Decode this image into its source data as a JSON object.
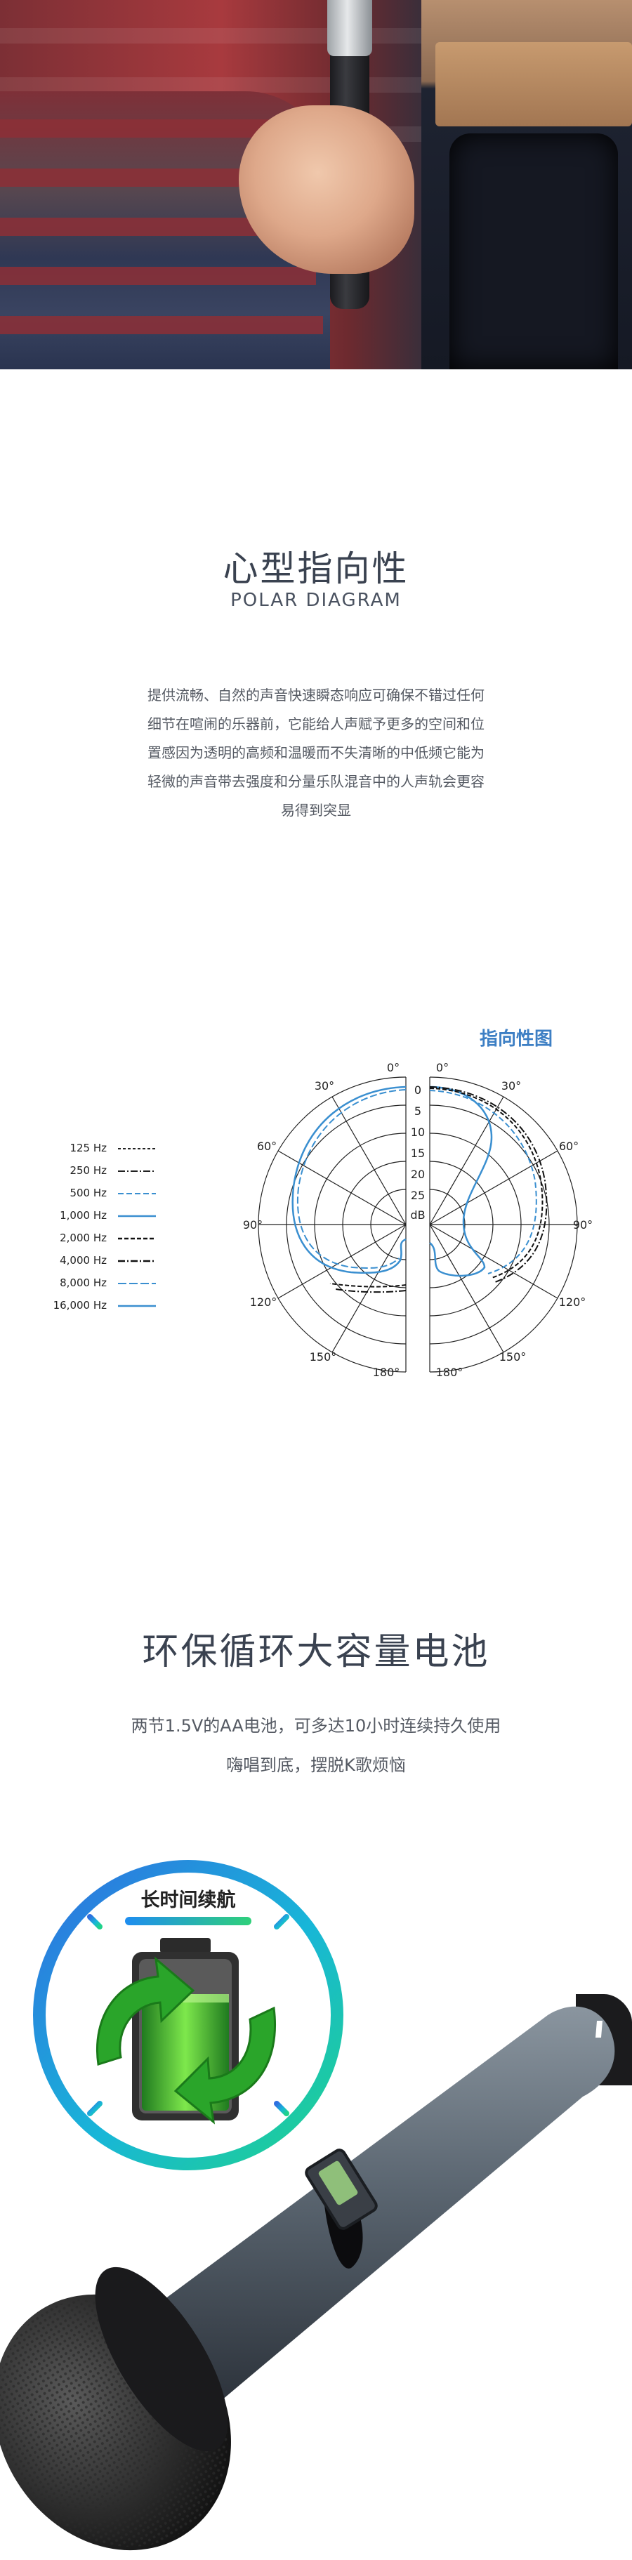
{
  "polar": {
    "title_cn": "心型指向性",
    "title_en": "POLAR DIAGRAM",
    "description": "提供流畅、自然的声音快速瞬态响应可确保不错过任何细节在喧闹的乐器前，它能给人声赋予更多的空间和位置感因为透明的高频和温暖而不失清晰的中低频它能为轻微的声音带去强度和分量乐队混音中的人声轨会更容易得到突显",
    "chart_title": "指向性图",
    "legend": [
      {
        "label": "125 Hz"
      },
      {
        "label": "250 Hz"
      },
      {
        "label": "500 Hz"
      },
      {
        "label": "1,000 Hz"
      },
      {
        "label": "2,000 Hz"
      },
      {
        "label": "4,000 Hz"
      },
      {
        "label": "8,000 Hz"
      },
      {
        "label": "16,000 Hz"
      }
    ],
    "angle_labels": {
      "a0": "0°",
      "a30": "30°",
      "a60": "60°",
      "a90": "90°",
      "a120": "120°",
      "a150": "150°",
      "a180": "180°"
    },
    "scale_labels": [
      "0",
      "5",
      "10",
      "15",
      "20",
      "25",
      "dB"
    ]
  },
  "battery": {
    "title": "环保循环大容量电池",
    "line1": "两节1.5V的AA电池，可多达10小时连续持久使用",
    "line2": "嗨唱到底，摆脱K歌烦恼",
    "badge": "长时间续航"
  },
  "colors": {
    "blue_curve": "#3a8fd0",
    "title_blue": "#3d7fc4",
    "dark_text": "#3a4250"
  }
}
